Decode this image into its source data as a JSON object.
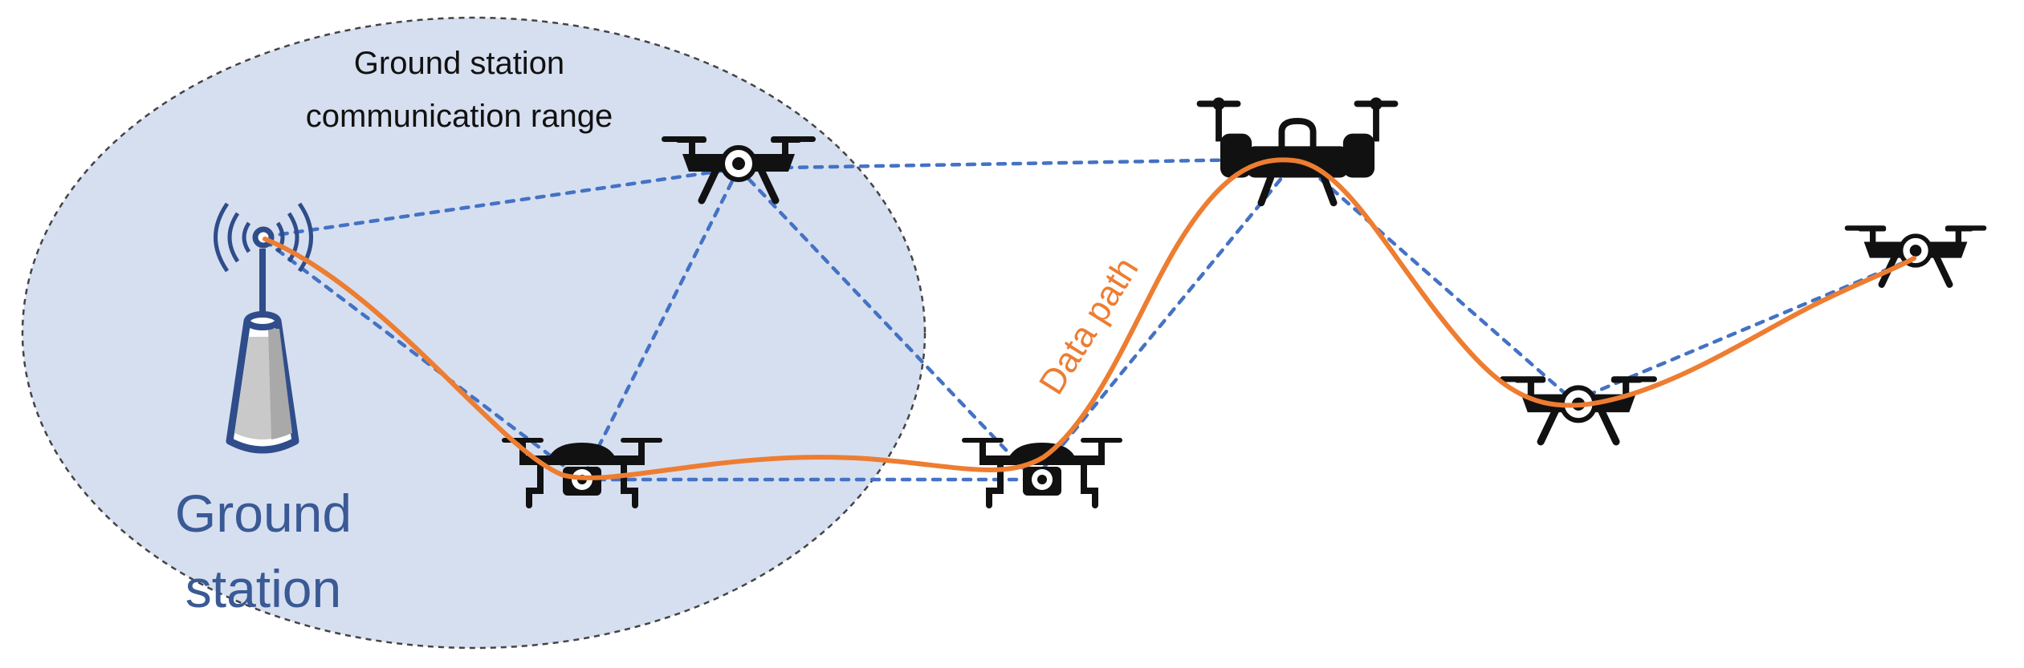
{
  "diagram": {
    "range_label_line1": "Ground station",
    "range_label_line2": "communication range",
    "ground_station_label_line1": "Ground",
    "ground_station_label_line2": "station",
    "data_path_label": "Data path"
  },
  "colors": {
    "range_fill": "#d6dff0",
    "link": "#4472c4",
    "data_path": "#ed7d31",
    "tower": "#2f4d8a",
    "label_blue": "#3a5a95"
  },
  "icons": {
    "ground_station": "antenna-tower-icon",
    "drone": "quadcopter-drone-icon"
  }
}
